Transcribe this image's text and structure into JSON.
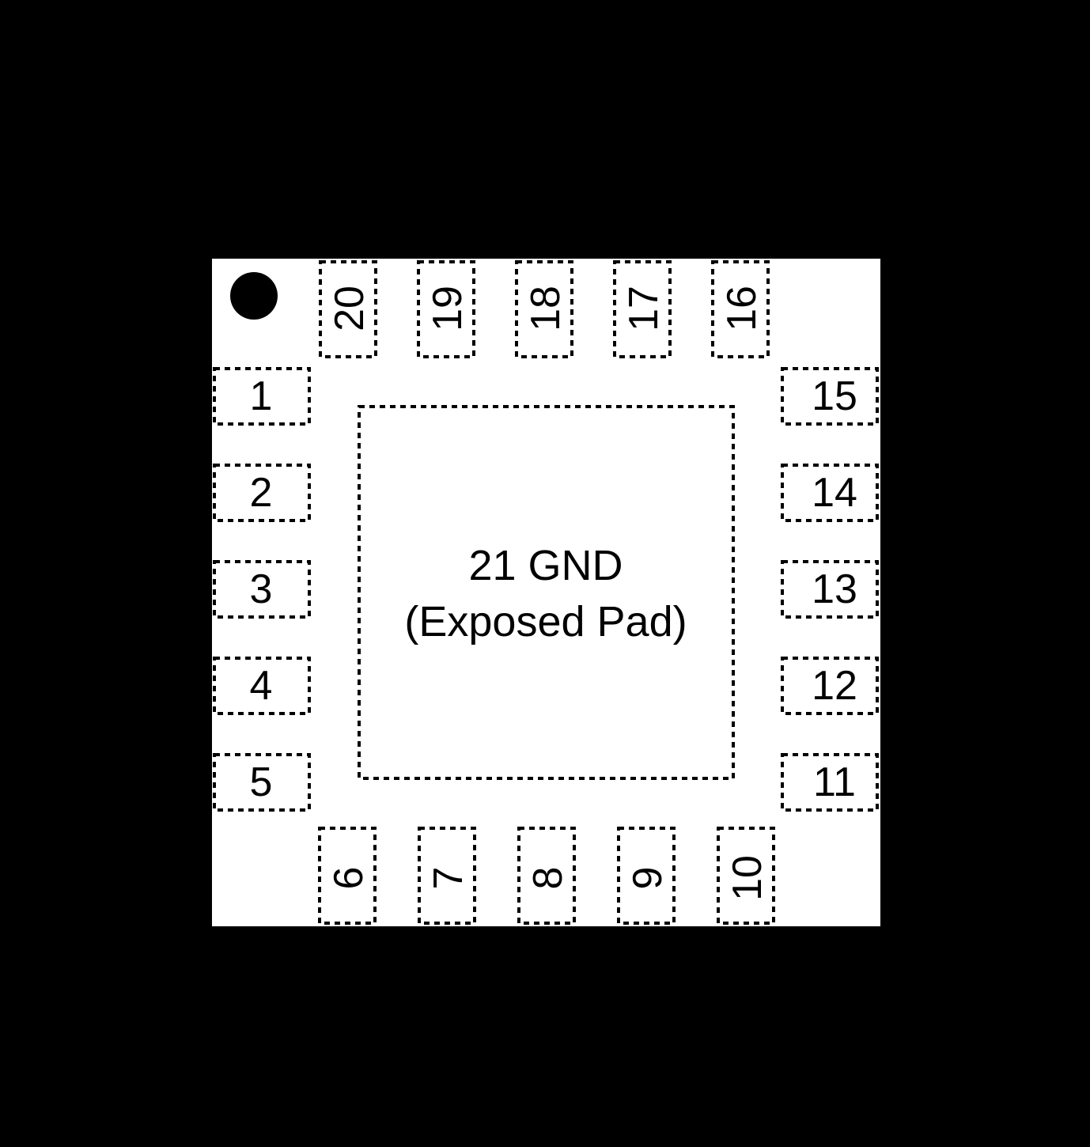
{
  "colors": {
    "background": "#000000",
    "package_fill": "#ffffff",
    "outline": "#000000"
  },
  "package": {
    "pin1_marker": "pin-1-indicator-dot",
    "pins": {
      "left": [
        "1",
        "2",
        "3",
        "4",
        "5"
      ],
      "bottom": [
        "6",
        "7",
        "8",
        "9",
        "10"
      ],
      "right": [
        "11",
        "12",
        "13",
        "14",
        "15"
      ],
      "top": [
        "16",
        "17",
        "18",
        "19",
        "20"
      ]
    },
    "exposed_pad": {
      "line1": "21 GND",
      "line2": "(Exposed Pad)"
    }
  }
}
